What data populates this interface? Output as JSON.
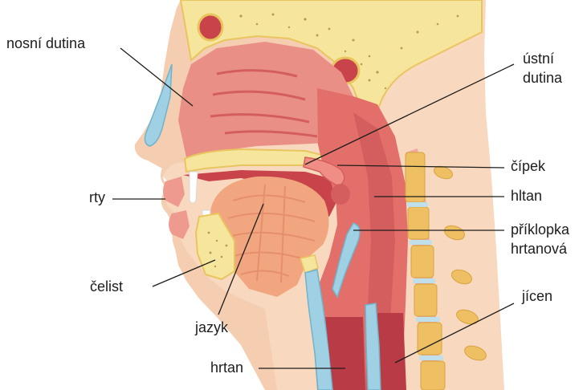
{
  "labels": {
    "nasal_cavity": "nosní dutina",
    "oral_cavity_line1": "ústní",
    "oral_cavity_line2": "dutina",
    "uvula": "čípek",
    "lips": "rty",
    "pharynx": "hltan",
    "epiglottis_line1": "příklopka",
    "epiglottis_line2": "hrtanová",
    "jaw": "čelist",
    "esophagus": "jícen",
    "tongue": "jazyk",
    "larynx": "hrtan"
  },
  "colors": {
    "skin": "#f8d9c0",
    "skin_shadow": "#eec3a3",
    "bone": "#f6e59c",
    "bone_edge": "#e9c560",
    "bone_dots": "#b99a52",
    "tissue": "#e98f86",
    "tissue_dark": "#d45e5e",
    "cavity": "#c9434a",
    "tongue": "#f2a680",
    "tongue_light": "#f7bea0",
    "vertebra": "#eebf63",
    "disc": "#bfe0ea",
    "cartilage": "#9fd0e3",
    "leader": "#1d1d1b"
  }
}
